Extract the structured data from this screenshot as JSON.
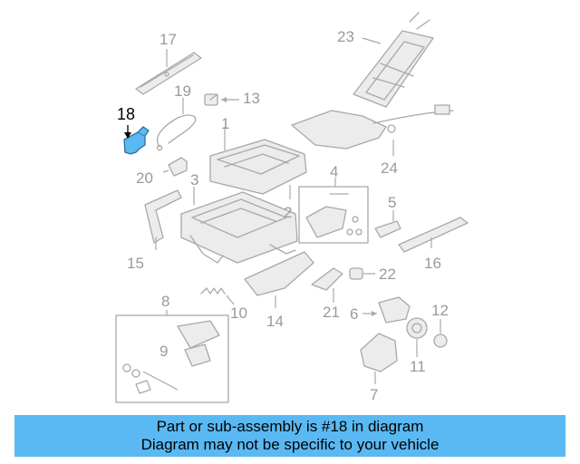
{
  "callouts": {
    "c1": "1",
    "c2": "2",
    "c3": "3",
    "c4": "4",
    "c5": "5",
    "c6": "6",
    "c7": "7",
    "c8": "8",
    "c9": "9",
    "c10": "10",
    "c11": "11",
    "c12": "12",
    "c13": "13",
    "c14": "14",
    "c15": "15",
    "c16": "16",
    "c17": "17",
    "c18": "18",
    "c19": "19",
    "c20": "20",
    "c21": "21",
    "c22": "22",
    "c23": "23",
    "c24": "24"
  },
  "banner": {
    "line1": "Part or sub-assembly is #18 in diagram",
    "line2": "Diagram may not be specific to your vehicle"
  },
  "colors": {
    "banner": "#5ab9f2",
    "highlight_part": "#5ab9f2",
    "line_art": "#a8a8a8"
  }
}
